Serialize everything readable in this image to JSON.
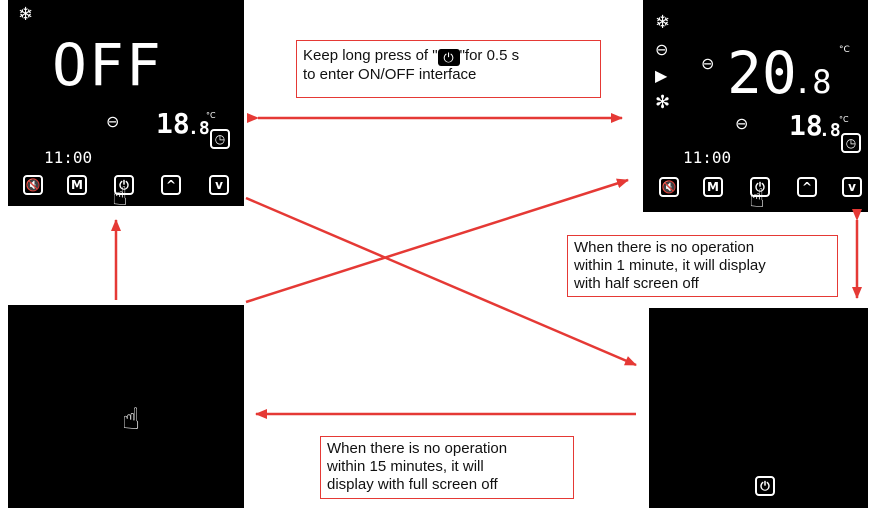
{
  "screens": {
    "off": {
      "main": "OFF",
      "temp_int": "18",
      "temp_dec": ".8",
      "unit": "°C",
      "time": "11:00"
    },
    "on": {
      "main_int": "20",
      "main_dec": ".8",
      "main_unit": "°C",
      "temp_int": "18",
      "temp_dec": ".8",
      "unit": "°C",
      "time": "11:00"
    }
  },
  "notes": {
    "long_press_a": "Keep long press of \"",
    "long_press_b": "\"for 0.5 s",
    "long_press_c": "to enter ON/OFF interface",
    "half_off": [
      "When there is no operation",
      "within 1 minute, it will display",
      "with half screen off"
    ],
    "full_off": [
      "When there is no operation",
      "within 15 minutes, it will",
      "display with full screen off"
    ]
  },
  "colors": {
    "arrow": "#e53935",
    "panel": "#000000",
    "text": "#ffffff"
  }
}
